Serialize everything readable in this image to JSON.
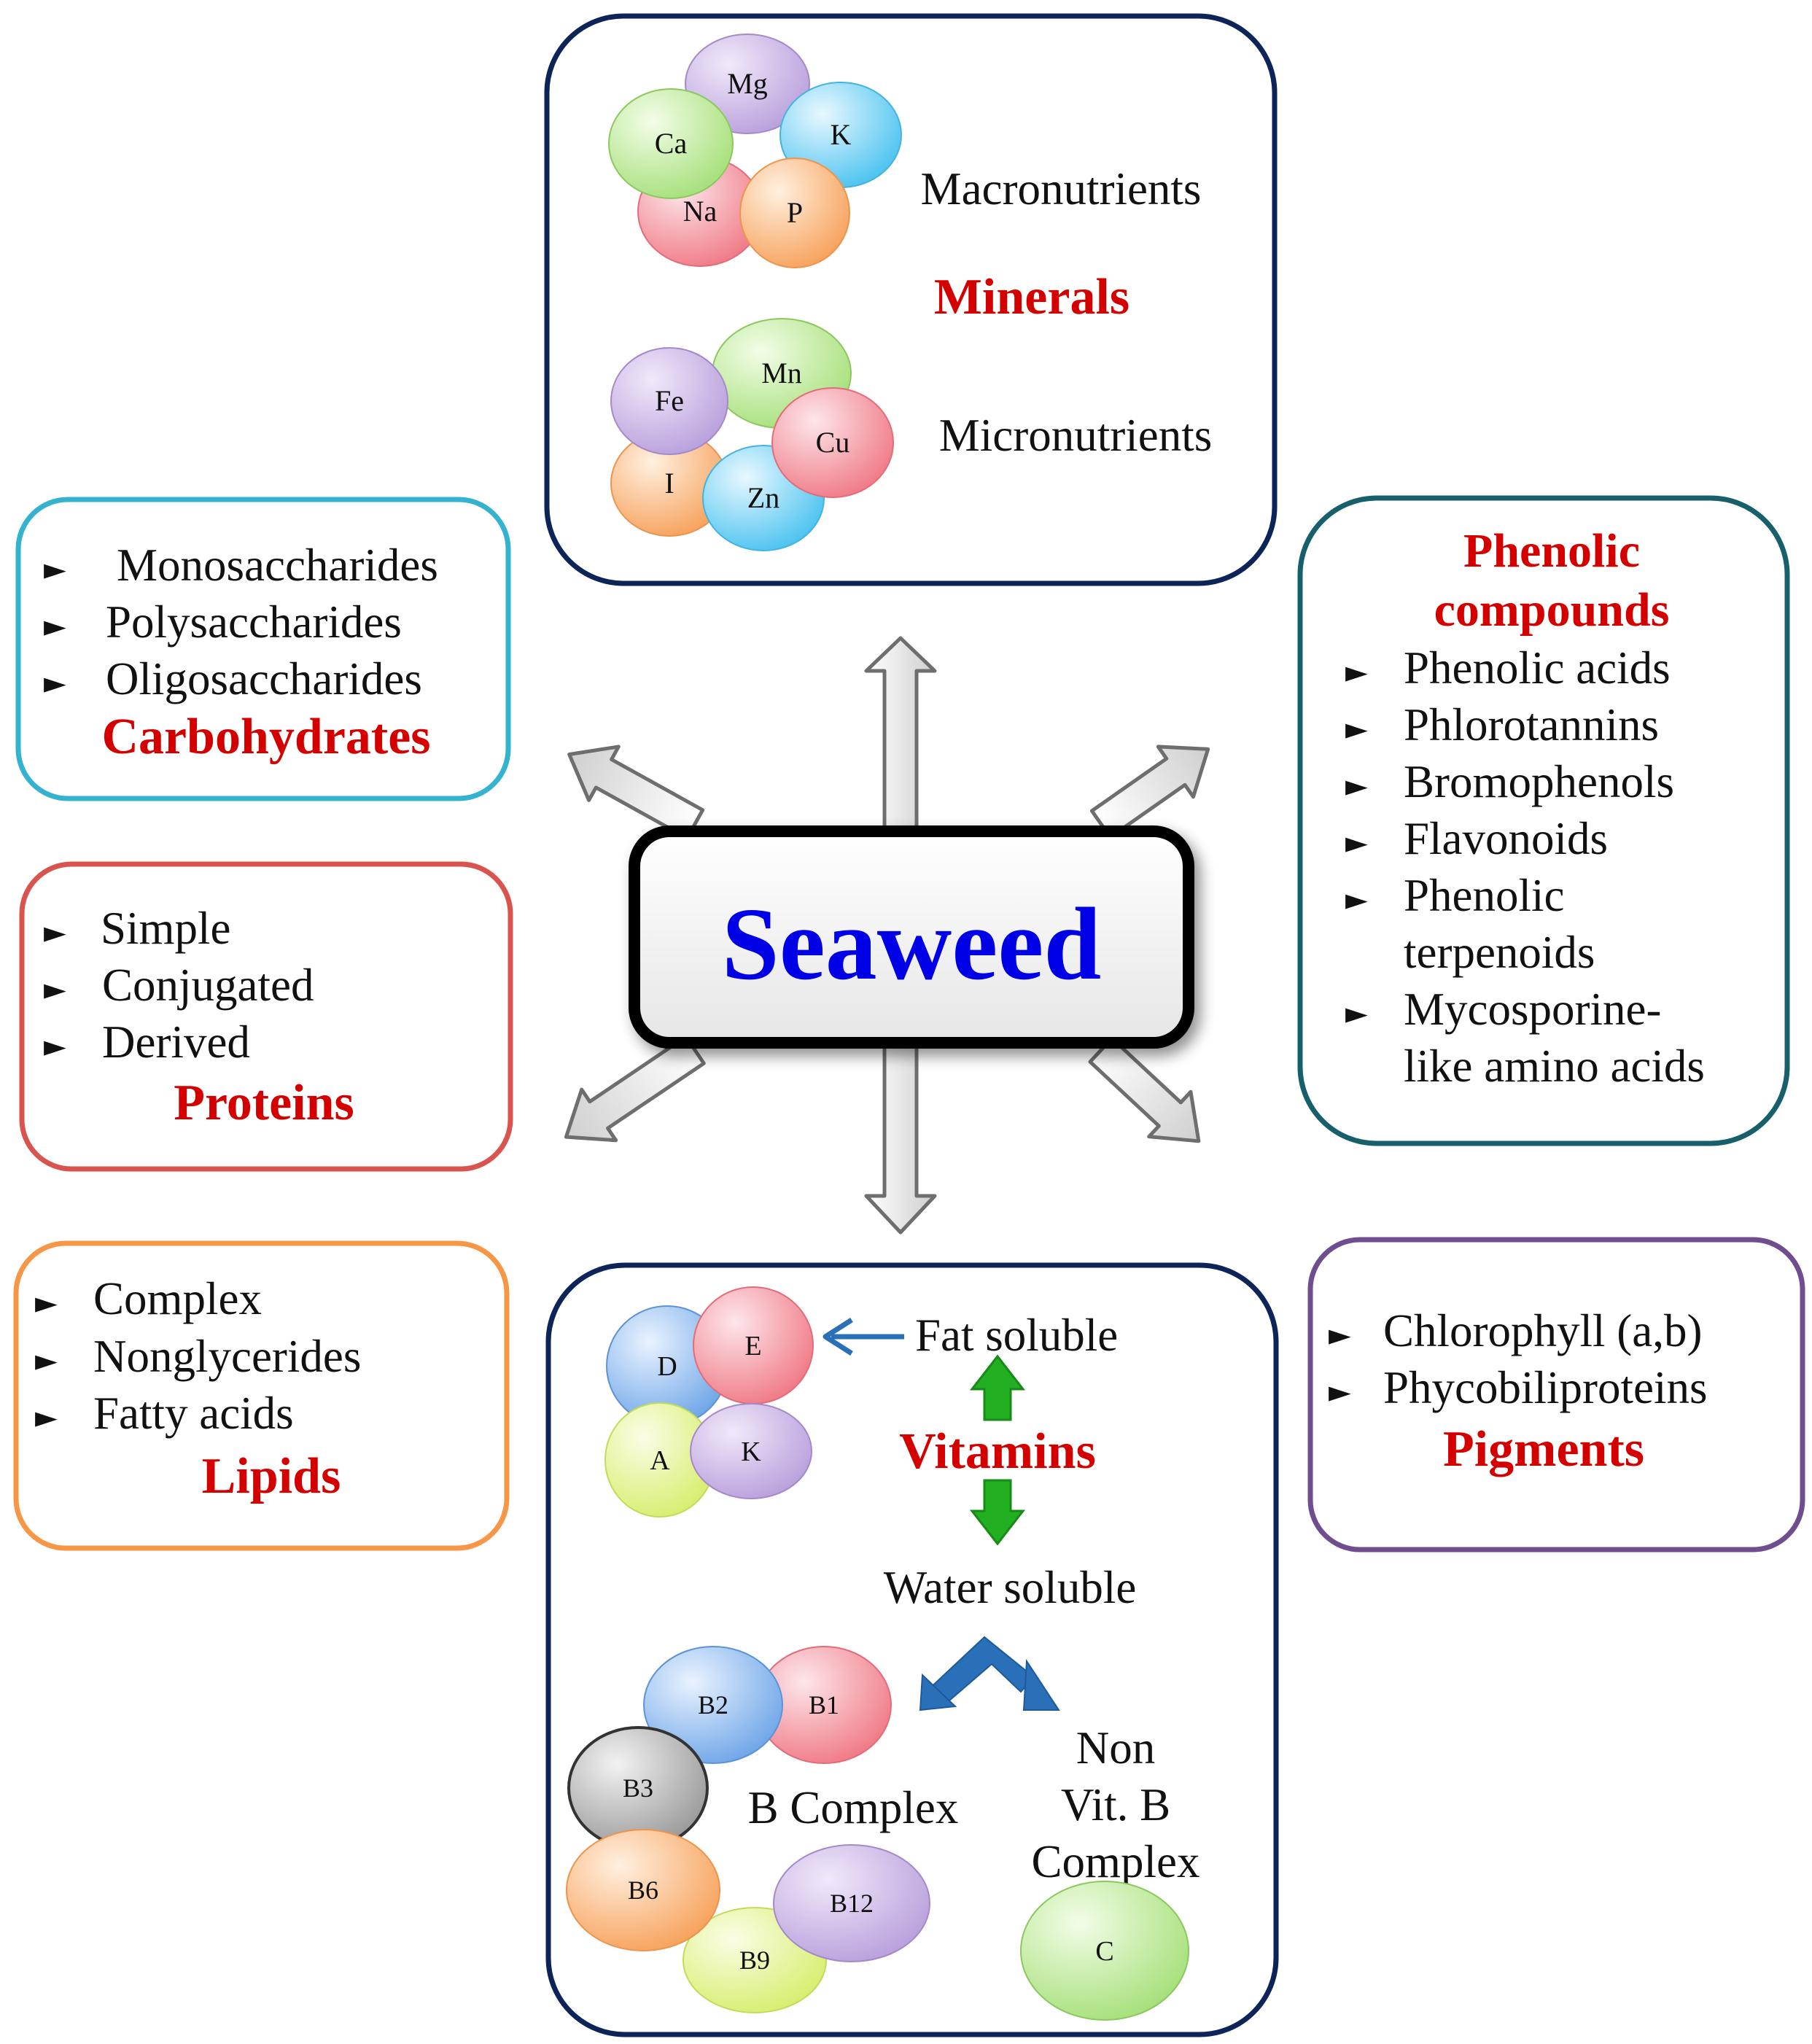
{
  "center": {
    "title": "Seaweed"
  },
  "minerals": {
    "title": "Minerals",
    "macro_label": "Macronutrients",
    "micro_label": "Micronutrients",
    "macro": [
      "Mg",
      "K",
      "Ca",
      "Na",
      "P"
    ],
    "micro": [
      "Mn",
      "Fe",
      "Cu",
      "I",
      "Zn"
    ]
  },
  "carbohydrates": {
    "title": "Carbohydrates",
    "items": [
      "Monosaccharides",
      "Polysaccharides",
      "Oligosaccharides"
    ]
  },
  "proteins": {
    "title": "Proteins",
    "items": [
      "Simple",
      "Conjugated",
      "Derived"
    ]
  },
  "lipids": {
    "title": "Lipids",
    "items": [
      "Complex",
      "Nonglycerides",
      "Fatty acids"
    ]
  },
  "phenolics": {
    "title_line1": "Phenolic",
    "title_line2": "compounds",
    "items": [
      {
        "lines": [
          "Phenolic acids"
        ]
      },
      {
        "lines": [
          "Phlorotannins"
        ]
      },
      {
        "lines": [
          "Bromophenols"
        ]
      },
      {
        "lines": [
          "Flavonoids"
        ]
      },
      {
        "lines": [
          "Phenolic",
          "terpenoids"
        ]
      },
      {
        "lines": [
          "Mycosporine-",
          "like amino acids"
        ]
      }
    ]
  },
  "pigments": {
    "title": "Pigments",
    "items": [
      "Chlorophyll (a,b)",
      "Phycobiliproteins"
    ]
  },
  "vitamins": {
    "title": "Vitamins",
    "fat_soluble": "Fat soluble",
    "water_soluble": "Water soluble",
    "b_complex": "B Complex",
    "non_b_line1": "Non",
    "non_b_line2": "Vit. B",
    "non_b_line3": "Complex",
    "fat_items": [
      "D",
      "E",
      "A",
      "K"
    ],
    "b_items": [
      "B2",
      "B1",
      "B3",
      "B6",
      "B12",
      "B9"
    ],
    "other_items": [
      "C"
    ]
  },
  "colors": {
    "title_red": "#d40000",
    "seaweed_blue": "#0000e6",
    "navy_border": "#0d2458",
    "carb_border": "#33b3cf",
    "protein_border": "#d9534f",
    "lipid_border": "#f79646",
    "phenolic_border": "#17606b",
    "pigment_border": "#6f4d8f",
    "green_arrow": "#22b022",
    "blue_arrow": "#2a70b8"
  }
}
